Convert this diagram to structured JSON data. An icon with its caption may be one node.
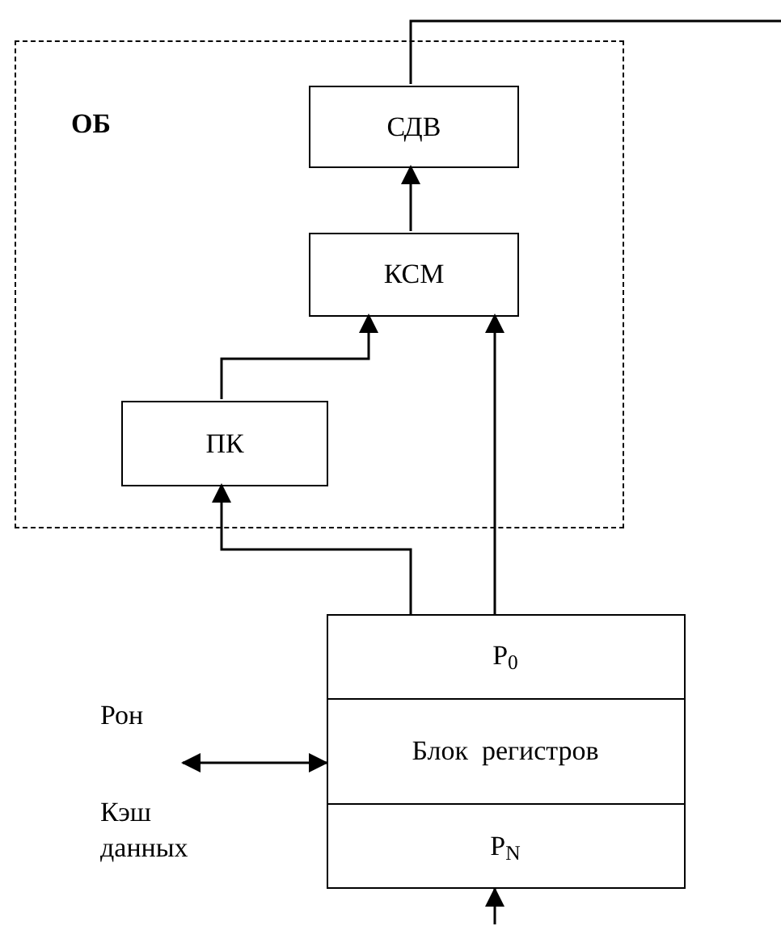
{
  "diagram": {
    "nodes": [
      {
        "text": [
          "ОБ"
        ]
      },
      {
        "text": [
          "СДВ"
        ],
        "in": 0
      },
      {
        "text": [
          "КСМ"
        ],
        "in": 0
      },
      {
        "text": [
          "ПК"
        ],
        "in": 0
      },
      {
        "text": [],
        "shape": "box"
      },
      {
        "text": [
          "P$_{0}$"
        ],
        "in": 4
      },
      {
        "text": [
          "Блок  регистров"
        ],
        "in": 4
      },
      {
        "text": [
          "P$_{N}$"
        ],
        "in": 4
      }
    ],
    "edges": [
      {
        "from": 1,
        "to": null,
        "arrow": "none"
      },
      {
        "from": 2,
        "to": 1,
        "arrow": "to"
      },
      {
        "from": 3,
        "to": 2,
        "arrow": "to"
      },
      {
        "from": 4,
        "to": 3,
        "arrow": "to"
      },
      {
        "from": 4,
        "to": 2,
        "arrow": "to"
      },
      {
        "from": null,
        "to": 6,
        "arrow": "both"
      },
      {
        "from": null,
        "to": 7,
        "arrow": "to"
      }
    ],
    "labels": [
      "Рон",
      "Кэш данных"
    ]
  }
}
